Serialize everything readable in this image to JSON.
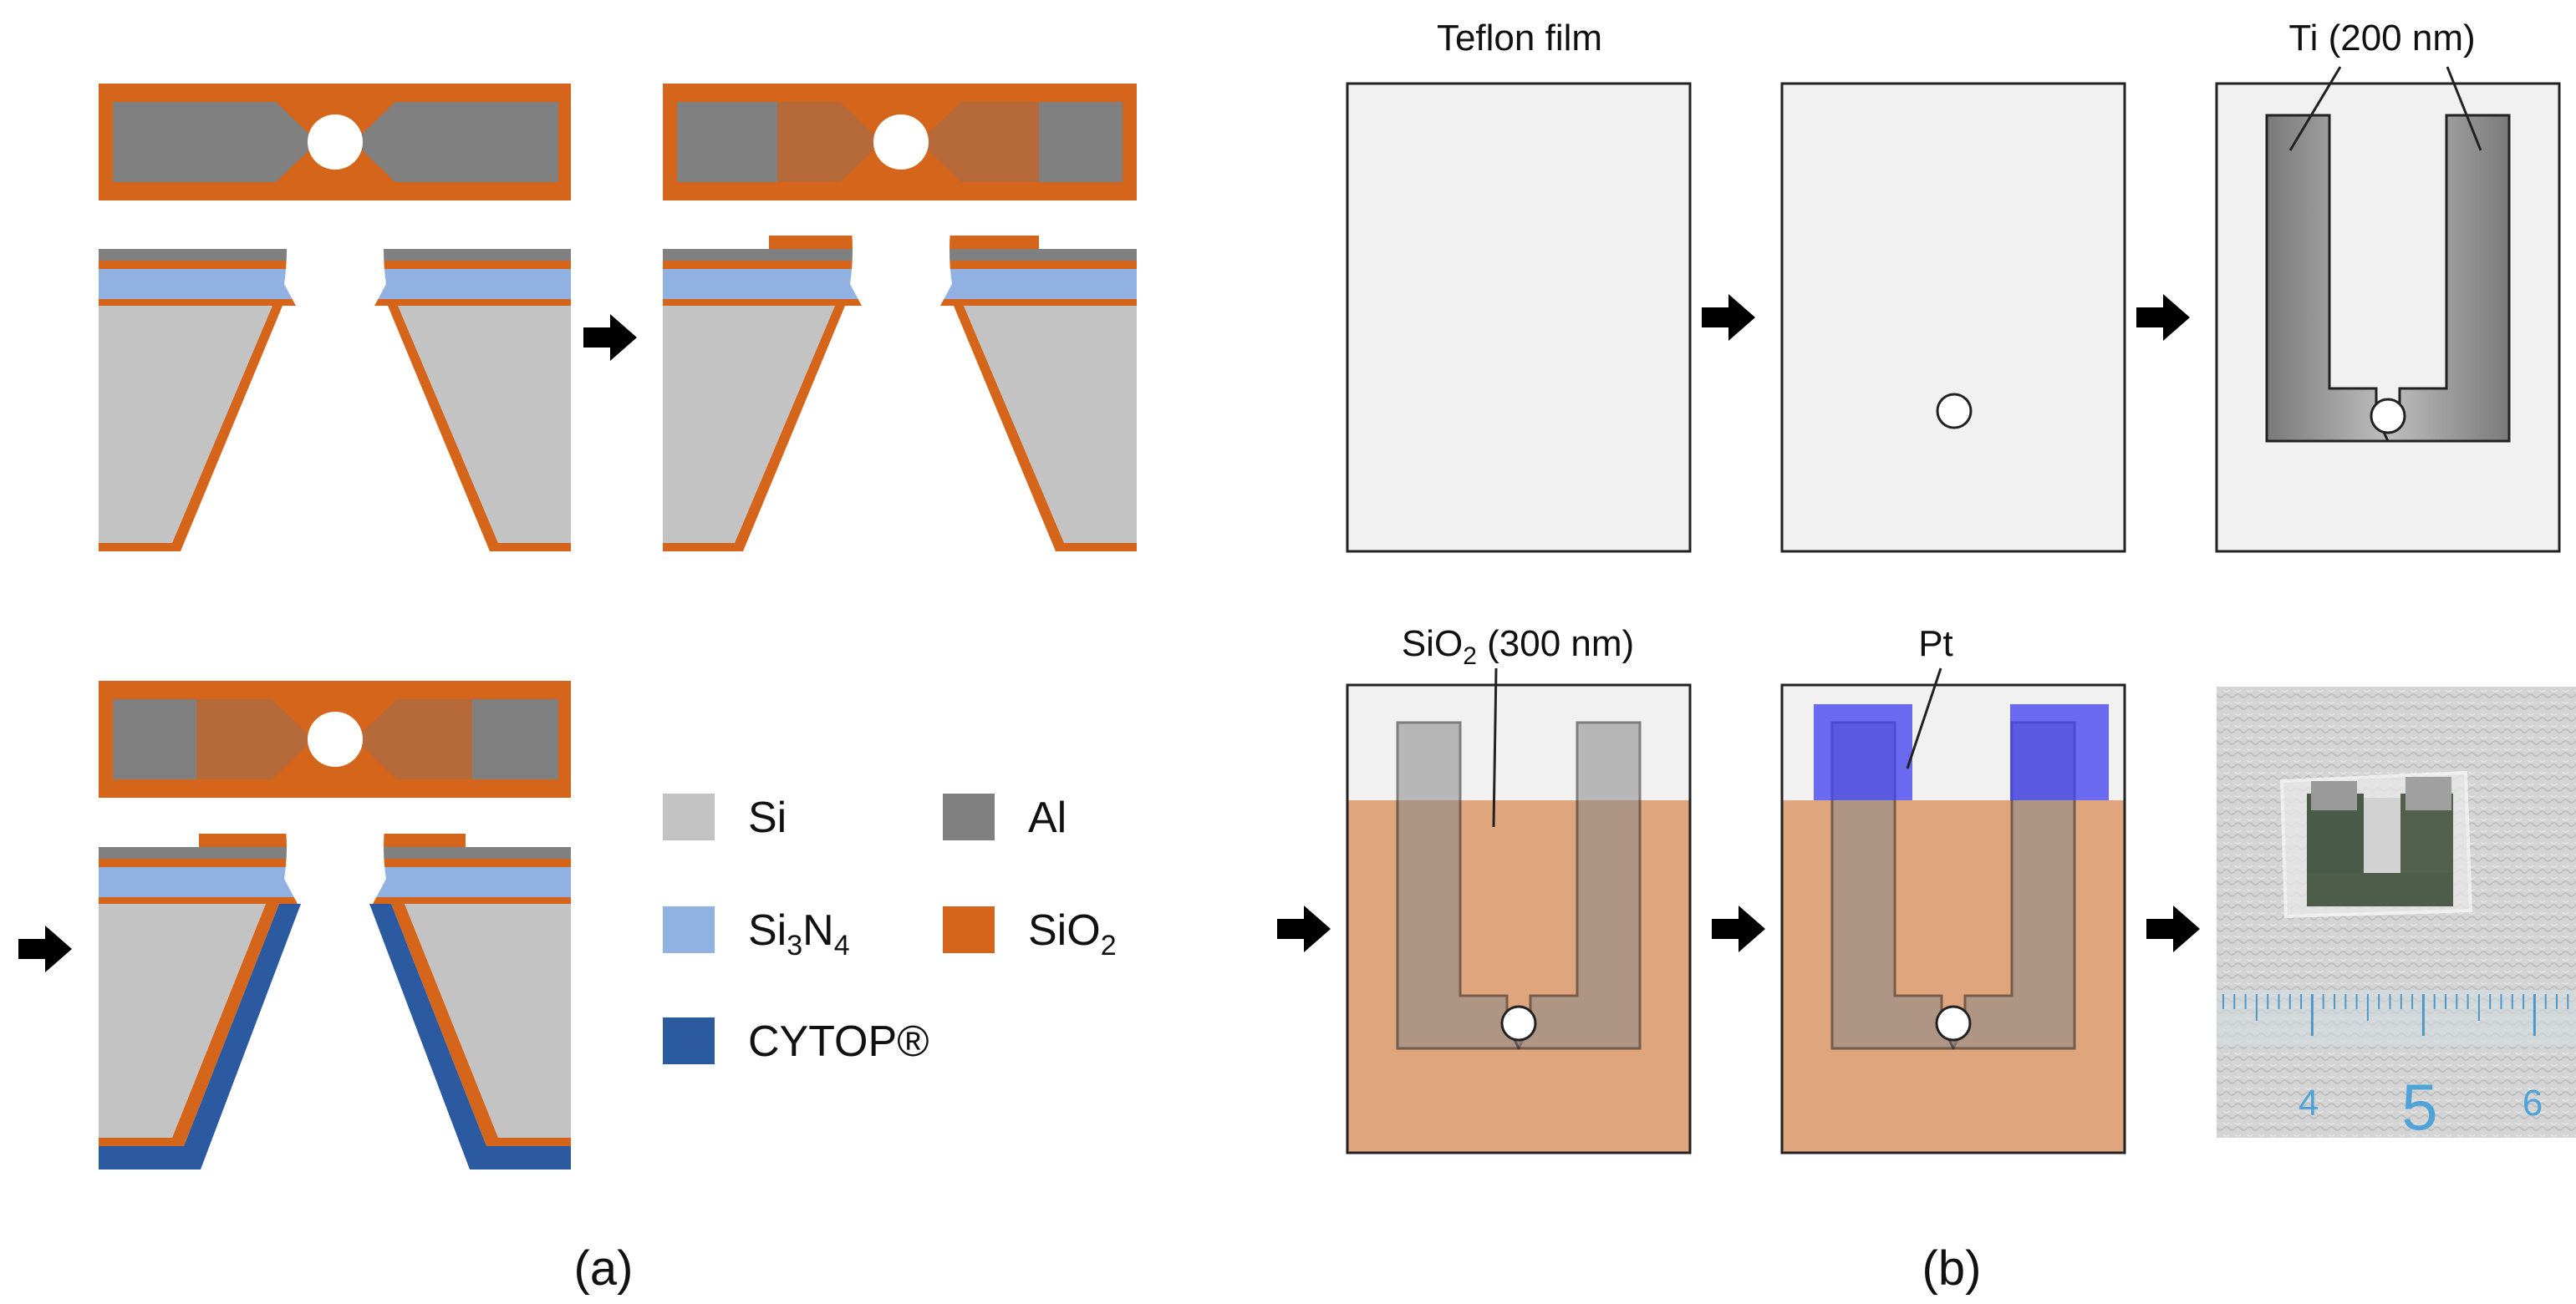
{
  "figure": {
    "panel_a": {
      "caption": "(a)",
      "legend": [
        {
          "key": "si",
          "label": "Si",
          "color": "#c3c3c3"
        },
        {
          "key": "al",
          "label": "Al",
          "color": "#808080"
        },
        {
          "key": "si3n4",
          "label_main": "Si",
          "label_sub1": "3",
          "label_mid": "N",
          "label_sub2": "4",
          "color": "#92b1e3"
        },
        {
          "key": "sio2",
          "label_main": "SiO",
          "label_sub": "2",
          "color": "#d4651a"
        },
        {
          "key": "cytop",
          "label": "CYTOP®",
          "color": "#2c5aa0"
        }
      ]
    },
    "panel_b": {
      "caption": "(b)",
      "teflon_label": "Teflon film",
      "ti_label": "Ti (200 nm)",
      "sio2_label_main": "SiO",
      "sio2_label_sub": "2",
      "sio2_label_rest": " (300 nm)",
      "pt_label": "Pt",
      "ruler_numbers": [
        "4",
        "5",
        "6"
      ]
    },
    "colors": {
      "si": "#c3c3c3",
      "al": "#808080",
      "si3n4": "#92b1e3",
      "sio2": "#d4651a",
      "cytop": "#2c5aa0",
      "teflon": "#f1f1f1",
      "sio2_film": "#dfa57d",
      "pt": "#3c3cf0",
      "arrow": "#000000"
    }
  }
}
